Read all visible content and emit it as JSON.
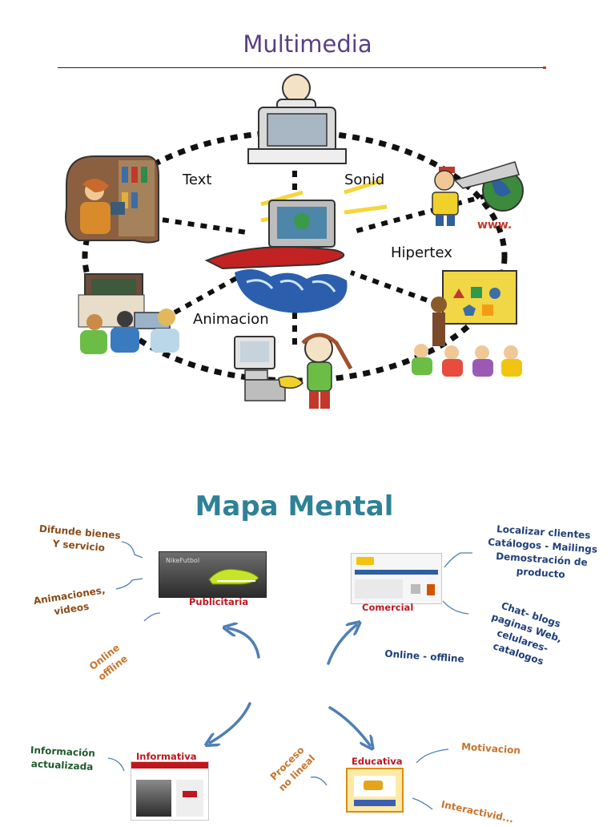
{
  "multimedia": {
    "title": "Multimedia",
    "labels": {
      "text": "Text",
      "sonid": "Sonid",
      "hipertex": "Hipertex",
      "animacion": "Animacion"
    },
    "www_text": "www."
  },
  "mapa_mental": {
    "title": "Mapa Mental",
    "branches": {
      "publicitaria": "Publicitaria",
      "comercial": "Comercial",
      "informativa": "Informativa",
      "educativa": "Educativa"
    },
    "notes": {
      "difunde_1": "Difunde bienes",
      "difunde_2": "Y servicio",
      "anim_1": "Animaciones,",
      "anim_2": "videos",
      "online_1": "Online",
      "online_2": "offline",
      "localizar": "Localizar clientes",
      "catalogos": "Catálogos - Mailings",
      "demostracion": "Demostración de producto",
      "chat": "Chat- blogs",
      "paginas": "paginas Web,",
      "celulares": "celulares-catalogos",
      "online_offline": "Online - offline",
      "info_1": "Información",
      "info_2": "actualizada",
      "proceso_1": "Proceso",
      "proceso_2": "no lineal",
      "motivacion": "Motivacion",
      "interactividad": "Interactivid..."
    },
    "thumb_nike": "NikeFutbol"
  }
}
